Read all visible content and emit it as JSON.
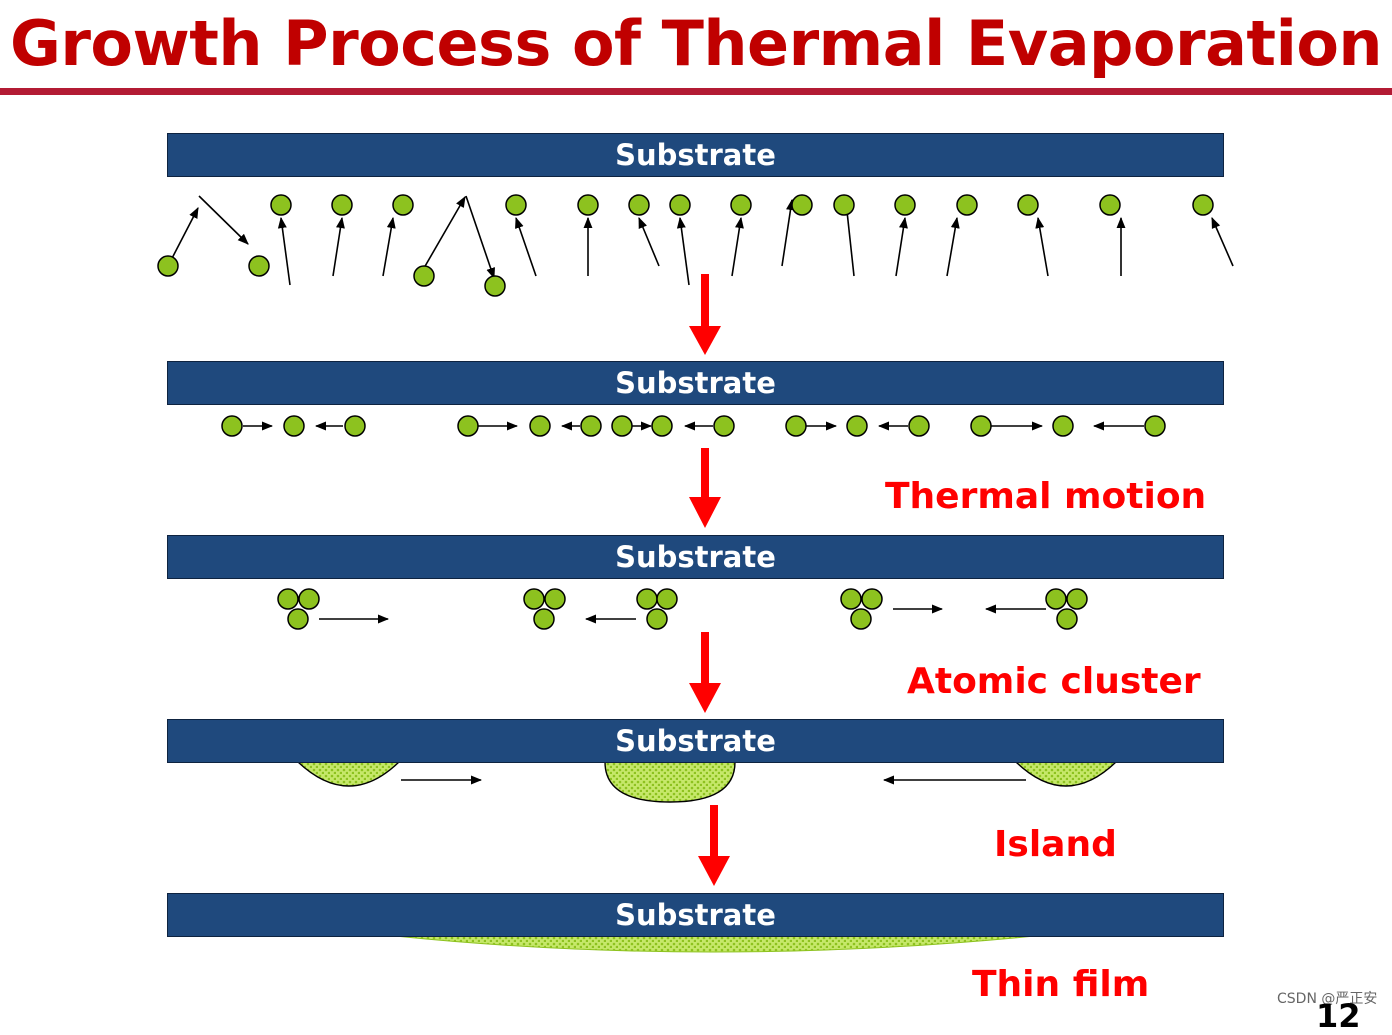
{
  "title": "Growth Process of Thermal Evaporation",
  "substrate_label": "Substrate",
  "stages": [
    {
      "label": ""
    },
    {
      "label": "Thermal motion"
    },
    {
      "label": "Atomic cluster"
    },
    {
      "label": "Island"
    },
    {
      "label": "Thin film"
    }
  ],
  "watermark": "CSDN @严正安",
  "page_number": "12",
  "colors": {
    "title": "#c00000",
    "substrate": "#1f497d",
    "atom": "#8dc21f",
    "arrow": "#ff0000",
    "label": "#ff0000",
    "rule": "#b31b34"
  }
}
